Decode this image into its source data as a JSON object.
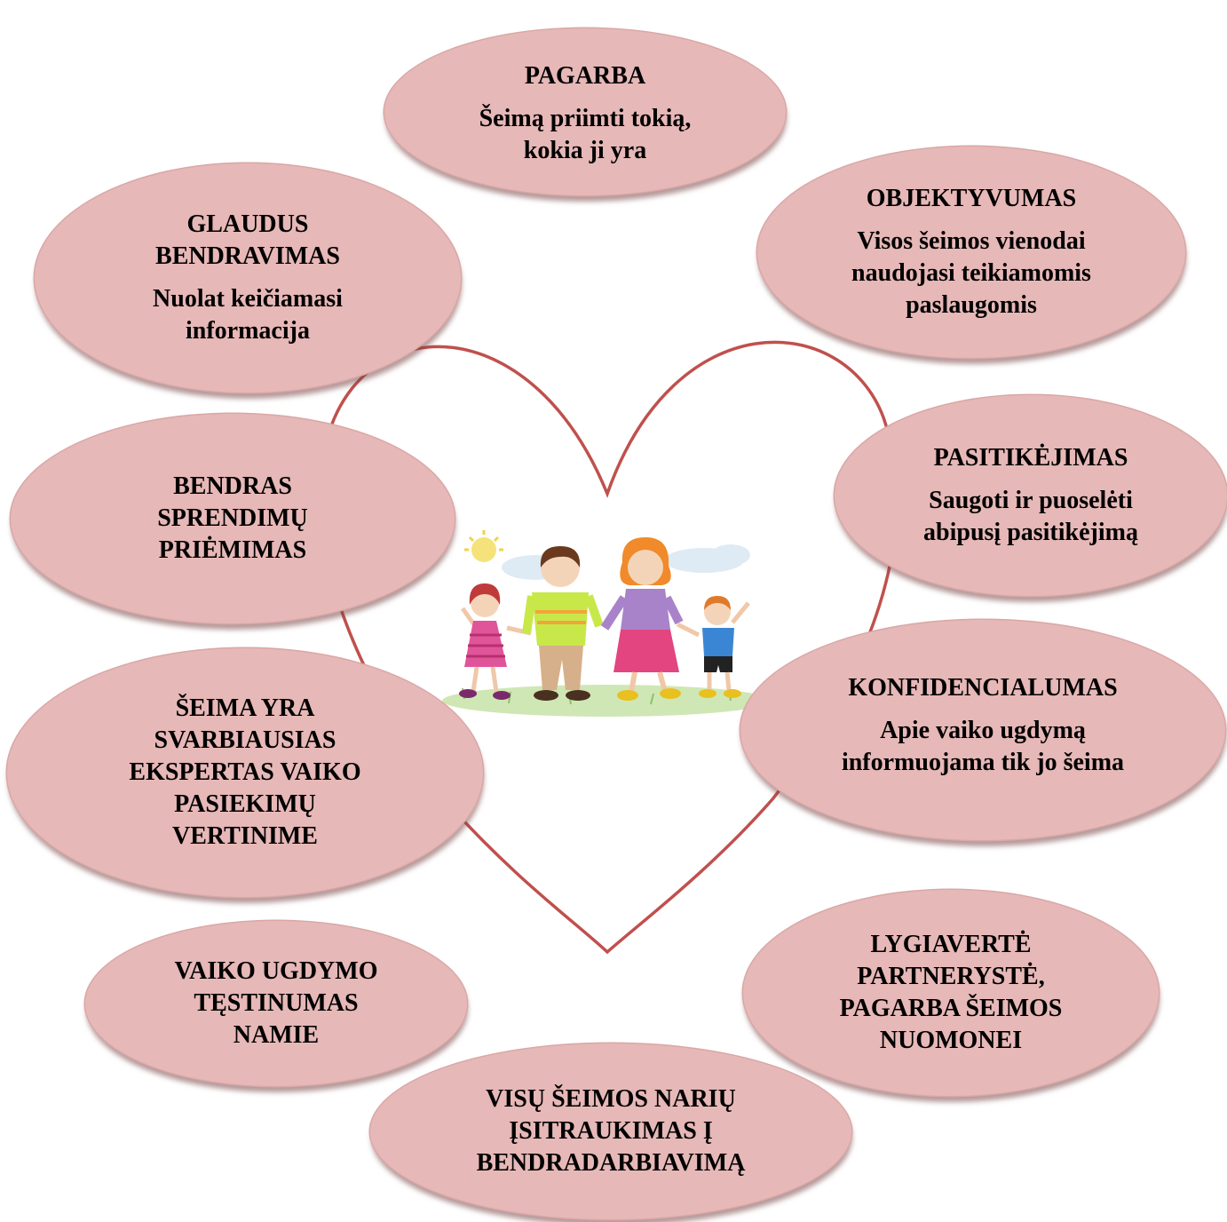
{
  "bubbles": [
    {
      "key": "pagarba",
      "title": "PAGARBA",
      "desc": "Šeimą priimti tokią,\nkokia ji yra"
    },
    {
      "key": "objektyvumas",
      "title": "OBJEKTYVUMAS",
      "desc": "Visos šeimos vienodai\nnaudojasi teikiamomis\npaslaugomis"
    },
    {
      "key": "glaudus",
      "title": "GLAUDUS\nBENDRAVIMAS",
      "desc": "Nuolat keičiamasi\ninformacija"
    },
    {
      "key": "pasitikejimas",
      "title": "PASITIKĖJIMAS",
      "desc": "Saugoti ir puoselėti\nabipusį pasitikėjimą"
    },
    {
      "key": "bendras",
      "title": "BENDRAS\nSPRENDIMŲ\nPRIĖMIMAS",
      "desc": ""
    },
    {
      "key": "konfidencialumas",
      "title": "KONFIDENCIALUMAS",
      "desc": "Apie vaiko ugdymą\ninformuojama tik jo šeima"
    },
    {
      "key": "seima",
      "title": "ŠEIMA YRA\nSVARBIAUSIAS\nEKSPERTAS VAIKO\nPASIEKIMŲ\nVERTINIME",
      "desc": ""
    },
    {
      "key": "lygiaverte",
      "title": "LYGIAVERTĖ\nPARTNERYSTĖ,\nPAGARBA ŠEIMOS\nNUOMONEI",
      "desc": ""
    },
    {
      "key": "testinumas",
      "title": "VAIKO UGDYMO\nTĘSTINUMAS\nNAMIE",
      "desc": ""
    },
    {
      "key": "visu",
      "title": "VISŲ ŠEIMOS NARIŲ\nĮSITRAUKIMAS Į\nBENDRADARBIAVIMĄ",
      "desc": ""
    }
  ],
  "colors": {
    "bubble_fill": "#e6b8b7",
    "heart_stroke": "#c0504d"
  },
  "illustration": "family-holding-hands"
}
